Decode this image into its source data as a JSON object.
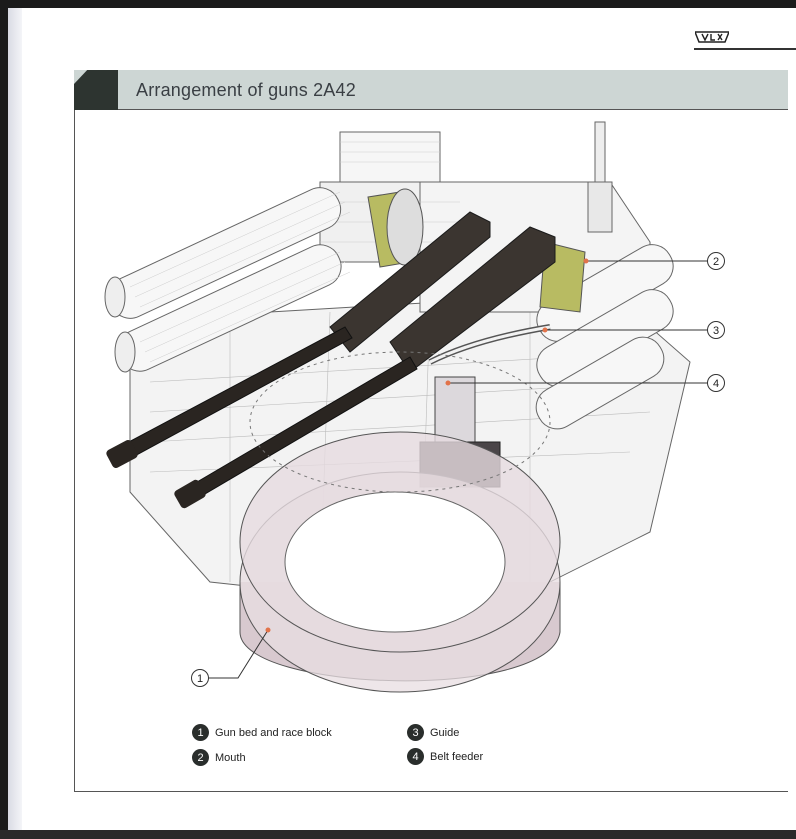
{
  "header": {
    "title": "Arrangement of guns 2A42"
  },
  "callouts": [
    {
      "number": "1"
    },
    {
      "number": "2"
    },
    {
      "number": "3"
    },
    {
      "number": "4"
    }
  ],
  "legend": [
    {
      "number": "1",
      "label": "Gun bed and race block"
    },
    {
      "number": "2",
      "label": "Mouth"
    },
    {
      "number": "3",
      "label": "Guide"
    },
    {
      "number": "4",
      "label": "Belt feeder"
    }
  ],
  "colors": {
    "title_band": "#cdd6d4",
    "title_tab": "#2d3430",
    "ring_fill": "#d8c9cf",
    "mouth_highlight": "#b8bb62",
    "gun_barrel": "#2a2521",
    "callout_dot": "#e2734a"
  }
}
